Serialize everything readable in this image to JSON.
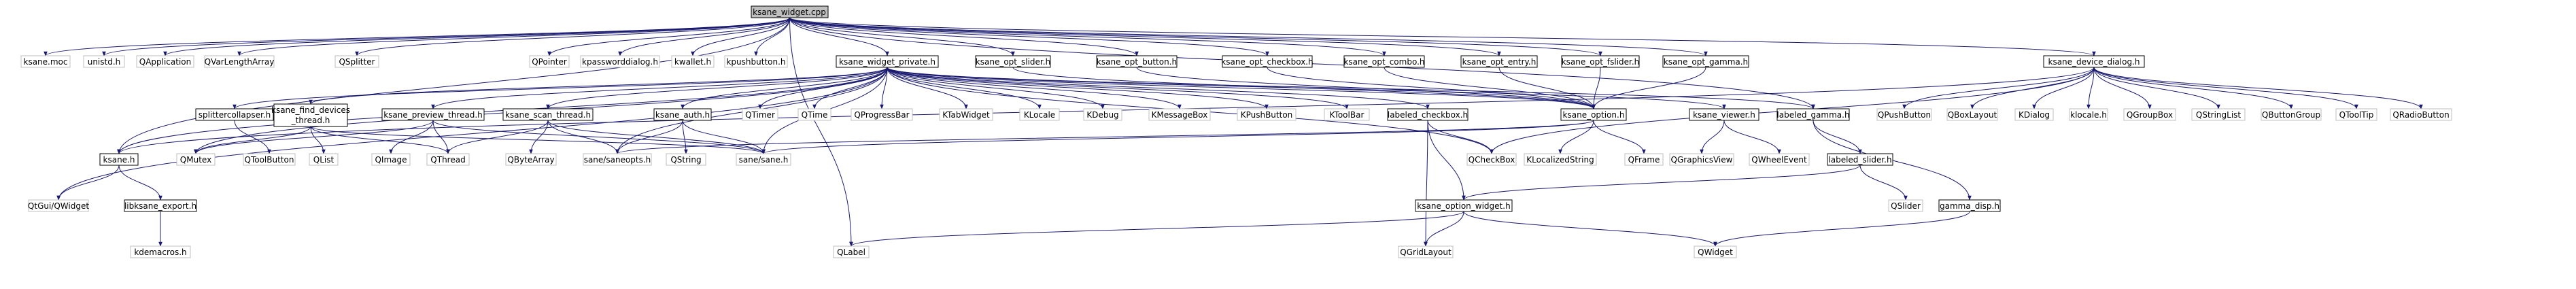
{
  "colors": {
    "edge": "#191970",
    "root_fill": "#bfbfbf",
    "system_border": "#bfbfbf",
    "file_border": "#000000"
  },
  "nodes": {
    "ksane_widget_cpp": "ksane_widget.cpp",
    "ksane_moc": "ksane.moc",
    "unistd_h": "unistd.h",
    "QApplication": "QApplication",
    "QVarLengthArray": "QVarLengthArray",
    "QSplitter": "QSplitter",
    "QPointer": "QPointer",
    "kpassworddialog_h": "kpassworddialog.h",
    "kwallet_h": "kwallet.h",
    "kpushbutton_h": "kpushbutton.h",
    "ksane_widget_private_h": "ksane_widget_private.h",
    "ksane_opt_slider_h": "ksane_opt_slider.h",
    "ksane_opt_button_h": "ksane_opt_button.h",
    "ksane_opt_checkbox_h": "ksane_opt_checkbox.h",
    "ksane_opt_combo_h": "ksane_opt_combo.h",
    "ksane_opt_entry_h": "ksane_opt_entry.h",
    "ksane_opt_fslider_h": "ksane_opt_fslider.h",
    "ksane_opt_gamma_h": "ksane_opt_gamma.h",
    "ksane_device_dialog_h": "ksane_device_dialog.h",
    "splittercollapser_h": "splittercollapser.h",
    "ksane_find_devices_thread_h_l1": "ksane_find_devices",
    "ksane_find_devices_thread_h_l2": "_thread.h",
    "ksane_preview_thread_h": "ksane_preview_thread.h",
    "ksane_scan_thread_h": "ksane_scan_thread.h",
    "ksane_auth_h": "ksane_auth.h",
    "QTimer": "QTimer",
    "QTime": "QTime",
    "QProgressBar": "QProgressBar",
    "KTabWidget": "KTabWidget",
    "KLocale": "KLocale",
    "KDebug": "KDebug",
    "KMessageBox": "KMessageBox",
    "KPushButton": "KPushButton",
    "KToolBar": "KToolBar",
    "labeled_checkbox_h": "labeled_checkbox.h",
    "ksane_option_h": "ksane_option.h",
    "ksane_viewer_h": "ksane_viewer.h",
    "labeled_gamma_h": "labeled_gamma.h",
    "QPushButton": "QPushButton",
    "QBoxLayout": "QBoxLayout",
    "KDialog": "KDialog",
    "klocale_h": "klocale.h",
    "QGroupBox": "QGroupBox",
    "QStringList": "QStringList",
    "QButtonGroup": "QButtonGroup",
    "QToolTip": "QToolTip",
    "QRadioButton": "QRadioButton",
    "ksane_h": "ksane.h",
    "QMutex": "QMutex",
    "QToolButton": "QToolButton",
    "QList": "QList",
    "QImage": "QImage",
    "QThread": "QThread",
    "QByteArray": "QByteArray",
    "sane_saneopts_h": "sane/saneopts.h",
    "QString": "QString",
    "sane_sane_h": "sane/sane.h",
    "QCheckBox": "QCheckBox",
    "KLocalizedString": "KLocalizedString",
    "QFrame": "QFrame",
    "QGraphicsView": "QGraphicsView",
    "QWheelEvent": "QWheelEvent",
    "labeled_slider_h": "labeled_slider.h",
    "QtGui_QWidget": "QtGui/QWidget",
    "libksane_export_h": "libksane_export.h",
    "kdemacros_h": "kdemacros.h",
    "ksane_option_widget_h": "ksane_option_widget.h",
    "QSlider": "QSlider",
    "gamma_disp_h": "gamma_disp.h",
    "QLabel": "QLabel",
    "QGridLayout": "QGridLayout",
    "QWidget": "QWidget"
  }
}
